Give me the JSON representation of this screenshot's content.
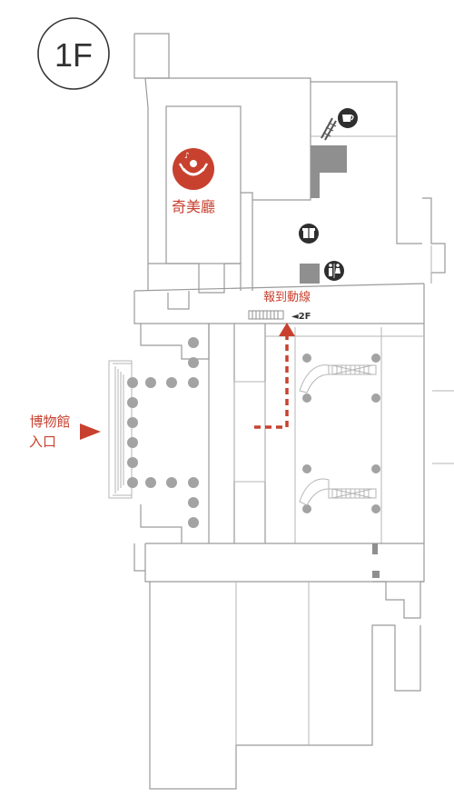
{
  "floor": {
    "label": "1F"
  },
  "labels": {
    "hall_name": "奇美廳",
    "checkin_route": "報到動線",
    "stairs_to_2f": "◄2F",
    "museum_entrance_line1": "博物館",
    "museum_entrance_line2": "入口"
  },
  "icons": {
    "hall": "conductor-icon",
    "cafe": "coffee-cup-icon",
    "shop": "gift-icon",
    "restroom": "restroom-icon",
    "escalator": "escalator-icon"
  },
  "colors": {
    "accent": "#c8412f",
    "wall": "#9a9a9a",
    "icon_dark": "#2e2e2e",
    "column": "#a3a3a3"
  }
}
